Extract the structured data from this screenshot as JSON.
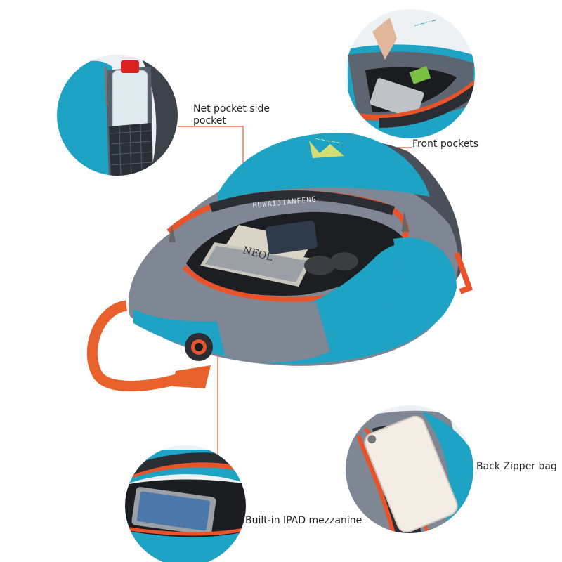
{
  "callouts": {
    "net_pocket": {
      "line1": "Net pocket side",
      "line2": "pocket"
    },
    "front_pockets": "Front pockets",
    "back_zipper": "Back Zipper bag",
    "ipad": "Built-in IPAD mezzanine"
  },
  "brand_text": "HUWAIJIANFENG",
  "colors": {
    "callout_line": "#e8553a",
    "teal": "#1fa3c4",
    "gray": "#7e8793",
    "orange": "#e8532a",
    "strap": "#e8602c"
  }
}
